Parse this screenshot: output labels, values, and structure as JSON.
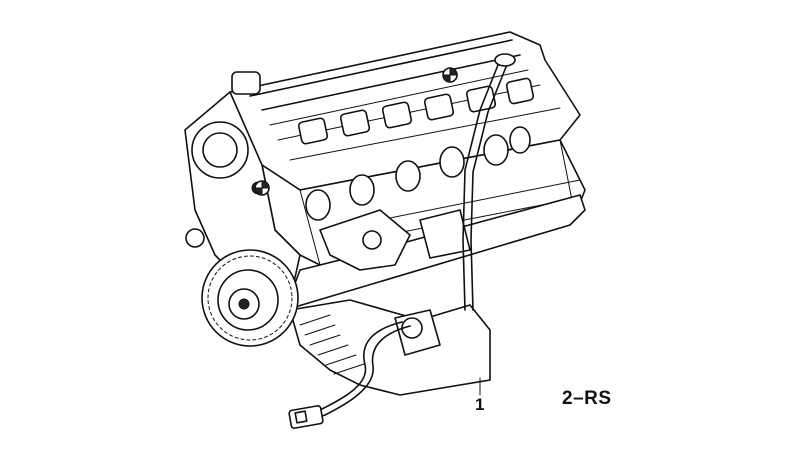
{
  "diagram": {
    "callouts": [
      {
        "number": "1"
      }
    ],
    "diagram_code": "2–RS",
    "icons": [
      "engine-block-illustration",
      "timing-gear-icon",
      "bmw-roundel-icon",
      "oil-dipstick-icon",
      "cable-plug-icon"
    ]
  }
}
